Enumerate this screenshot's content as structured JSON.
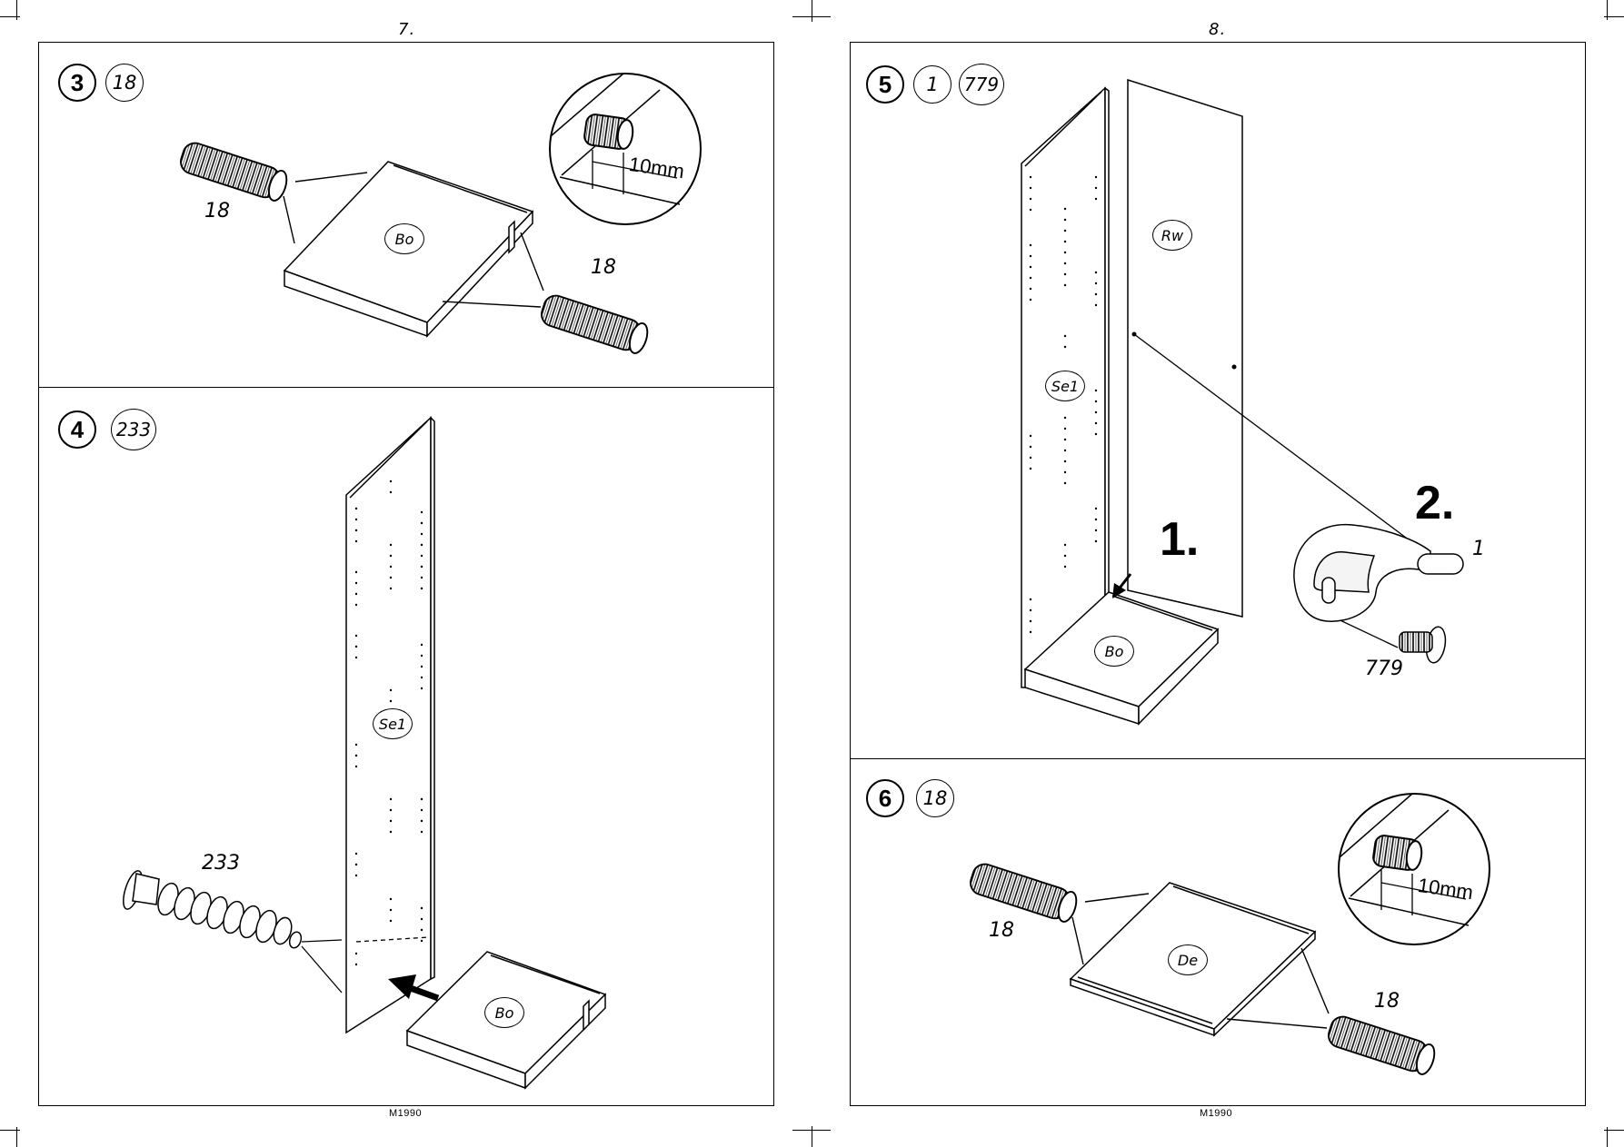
{
  "left_page": {
    "page_number": "7.",
    "footer": "M1990",
    "step3": {
      "number": "3",
      "part": "18",
      "labels": [
        "18",
        "18"
      ],
      "panel": "Bo",
      "measure": "10mm"
    },
    "step4": {
      "number": "4",
      "part": "233",
      "label": "233",
      "panel_side": "Se1",
      "panel_bottom": "Bo"
    }
  },
  "right_page": {
    "page_number": "8.",
    "footer": "M1990",
    "step5": {
      "number": "5",
      "parts": [
        "1",
        "779"
      ],
      "panel_side": "Se1",
      "panel_back": "Rw",
      "panel_bottom": "Bo",
      "seq1": "1.",
      "seq2": "2.",
      "label_1": "1",
      "label_779": "779"
    },
    "step6": {
      "number": "6",
      "part": "18",
      "labels": [
        "18",
        "18"
      ],
      "panel": "De",
      "measure": "10mm"
    }
  }
}
